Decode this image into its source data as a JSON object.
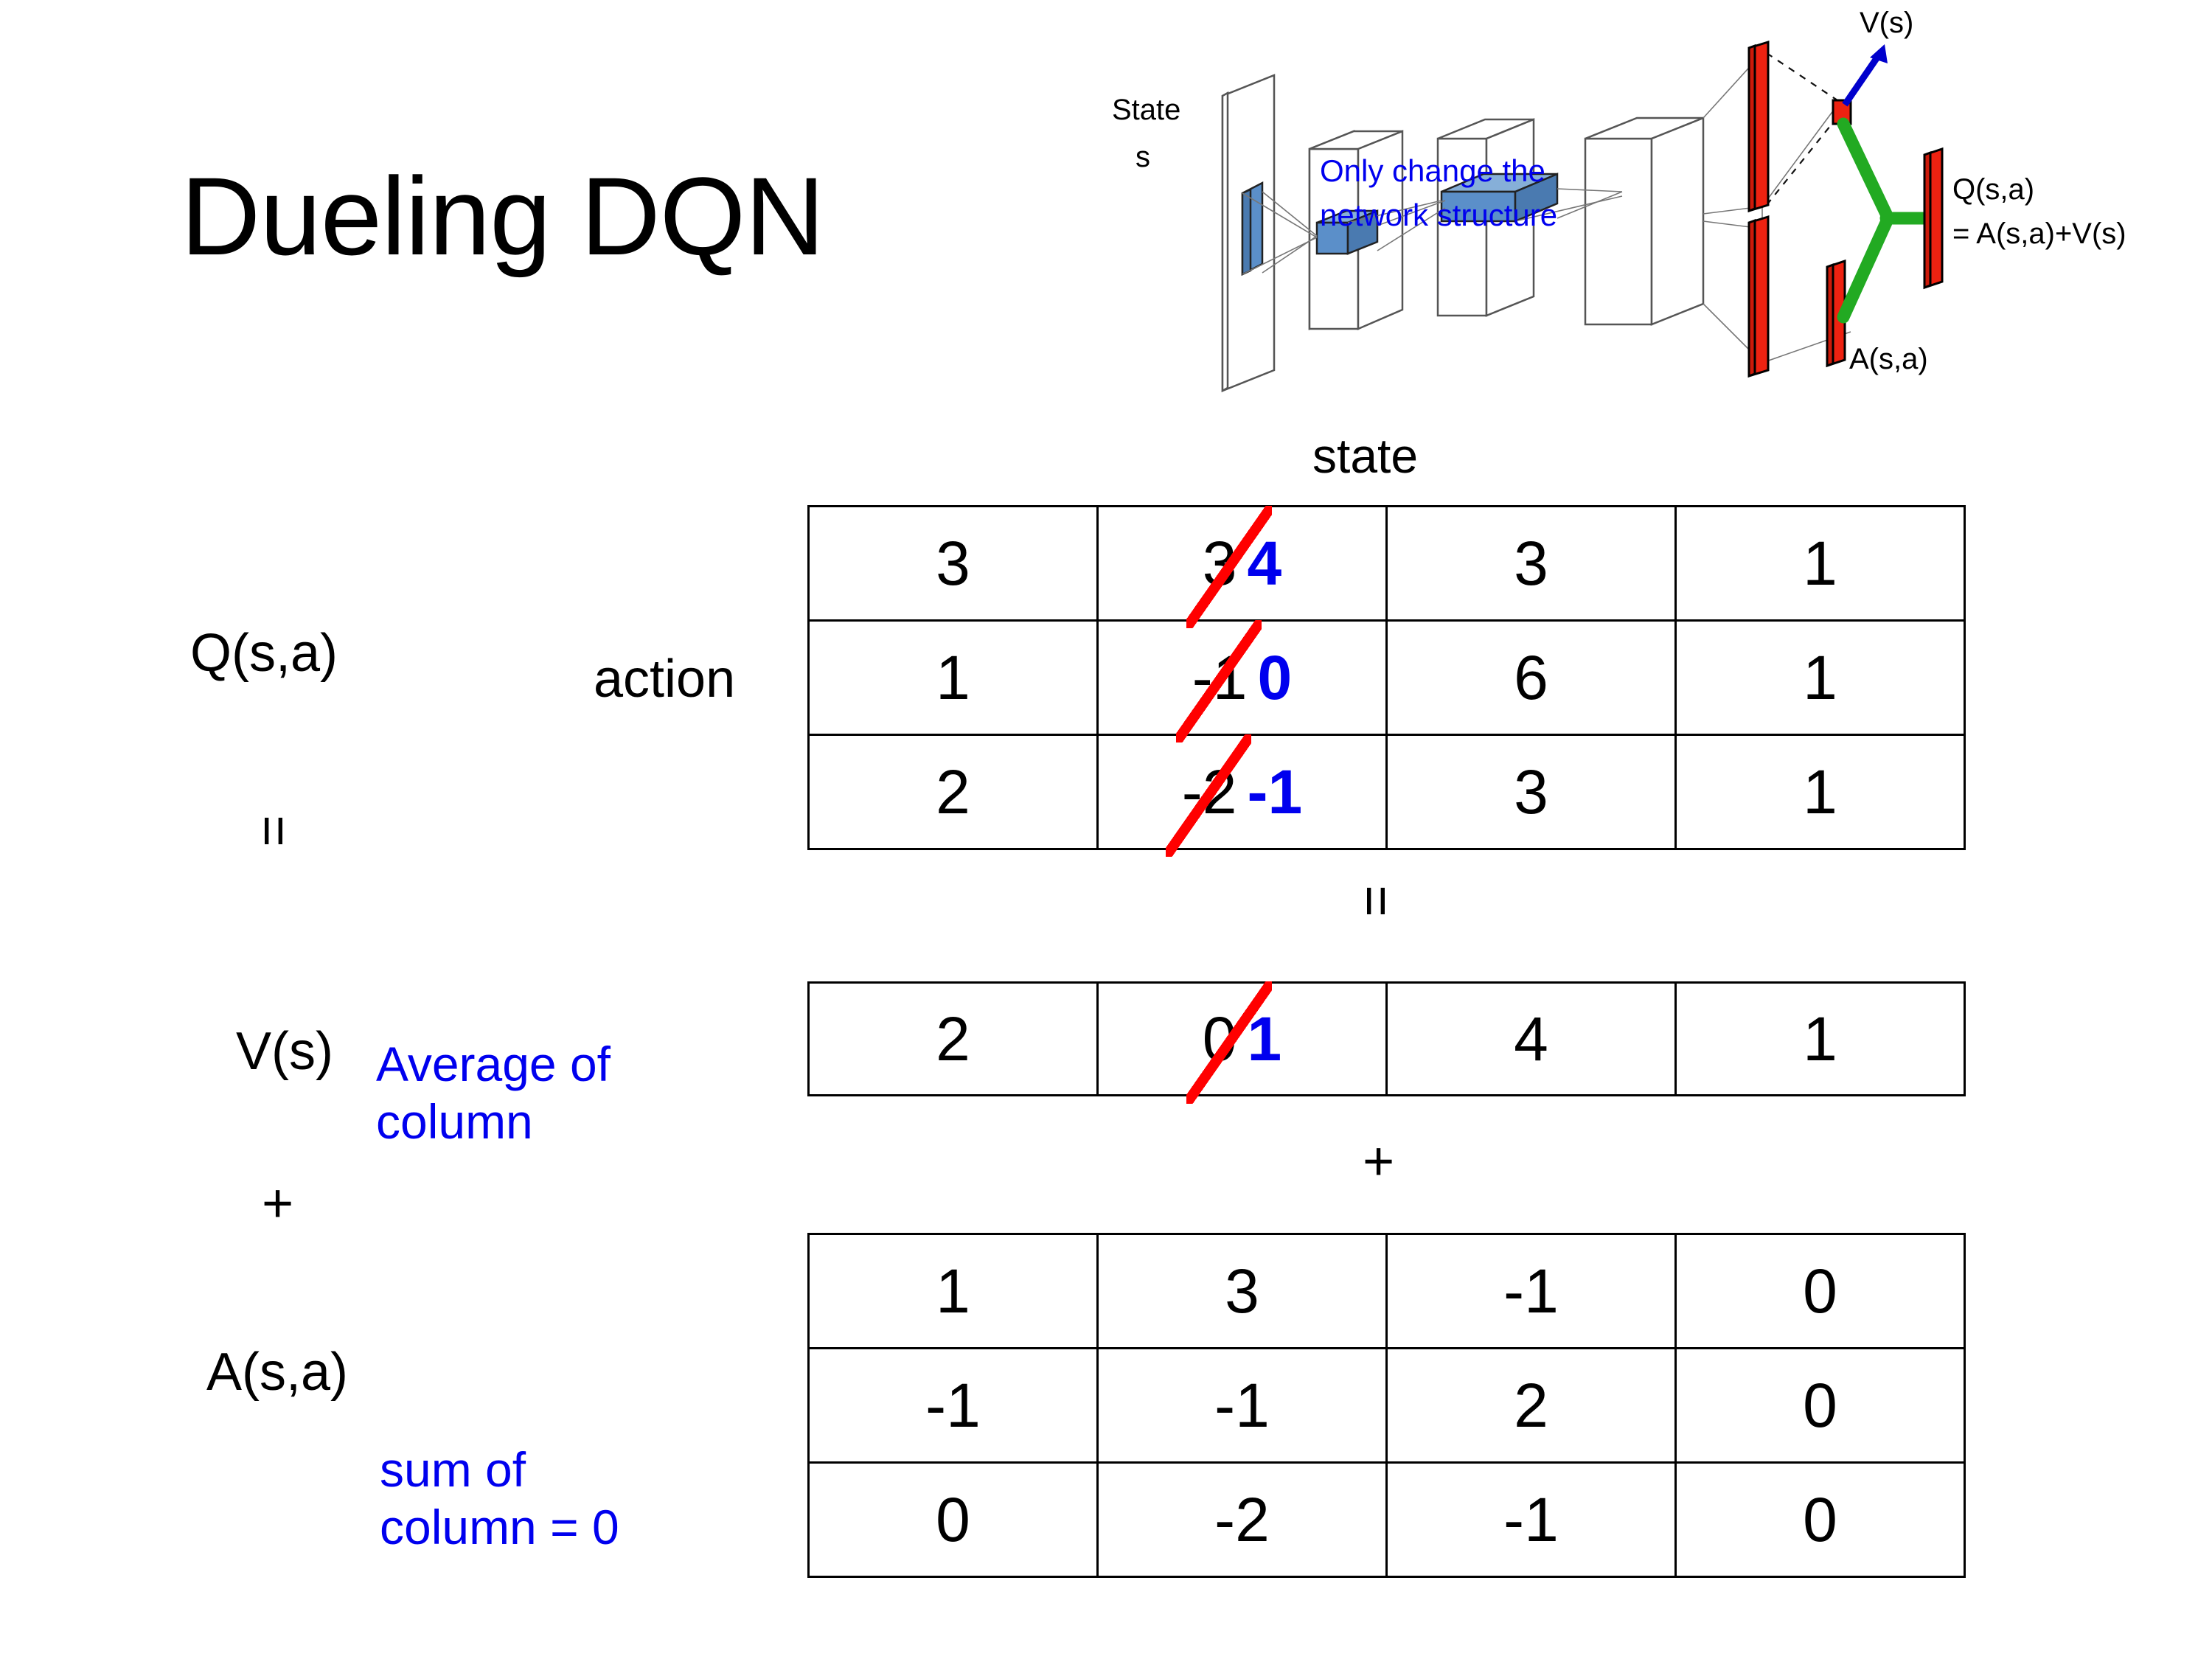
{
  "slide": {
    "title": "Dueling DQN"
  },
  "diagram": {
    "state_label_line1": "State",
    "state_label_line2": "s",
    "note_line1": "Only change the",
    "note_line2": "network structure",
    "value_label": "V(s)",
    "advantage_label": "A(s,a)",
    "q_label_line1": "Q(s,a)",
    "q_label_line2": "= A(s,a)+V(s)",
    "colors": {
      "note": "#0000ee",
      "value_arrow": "#0000cc",
      "combine_link": "#22aa22",
      "output_bar": "#ee2211",
      "input_block": "#6699cc"
    }
  },
  "labels": {
    "q_function": "Q(s,a)",
    "v_function": "V(s)",
    "a_function": "A(s,a)",
    "action_axis": "action",
    "state_axis": "state",
    "average_of_column_line1": "Average of",
    "average_of_column_line2": "column",
    "sum_of_column_line1": "sum of",
    "sum_of_column_line2": "column = 0",
    "equals": "=",
    "plus": "+",
    "annotation_color": "#0000ee"
  },
  "chart_data": {
    "type": "table",
    "title": "Dueling DQN decomposition  Q(s,a) = V(s) + A(s,a)",
    "xlabel": "state",
    "ylabel": "action",
    "tables": [
      {
        "name": "Q(s,a)",
        "rows": 3,
        "cols": 4,
        "values": [
          [
            "3",
            "3",
            "3",
            "1"
          ],
          [
            "1",
            "-1",
            "6",
            "1"
          ],
          [
            "2",
            "-2",
            "3",
            "1"
          ]
        ],
        "corrections": [
          {
            "row": 0,
            "col": 1,
            "old": "3",
            "new": "4"
          },
          {
            "row": 1,
            "col": 1,
            "old": "-1",
            "new": "0"
          },
          {
            "row": 2,
            "col": 1,
            "old": "-2",
            "new": "-1"
          }
        ]
      },
      {
        "name": "V(s)",
        "rows": 1,
        "cols": 4,
        "values": [
          [
            "2",
            "0",
            "4",
            "1"
          ]
        ],
        "corrections": [
          {
            "row": 0,
            "col": 1,
            "old": "0",
            "new": "1"
          }
        ]
      },
      {
        "name": "A(s,a)",
        "rows": 3,
        "cols": 4,
        "values": [
          [
            "1",
            "3",
            "-1",
            "0"
          ],
          [
            "-1",
            "-1",
            "2",
            "0"
          ],
          [
            "0",
            "-2",
            "-1",
            "0"
          ]
        ],
        "corrections": []
      }
    ],
    "strike_color": "#ff0000",
    "new_value_color": "#0000ee"
  }
}
